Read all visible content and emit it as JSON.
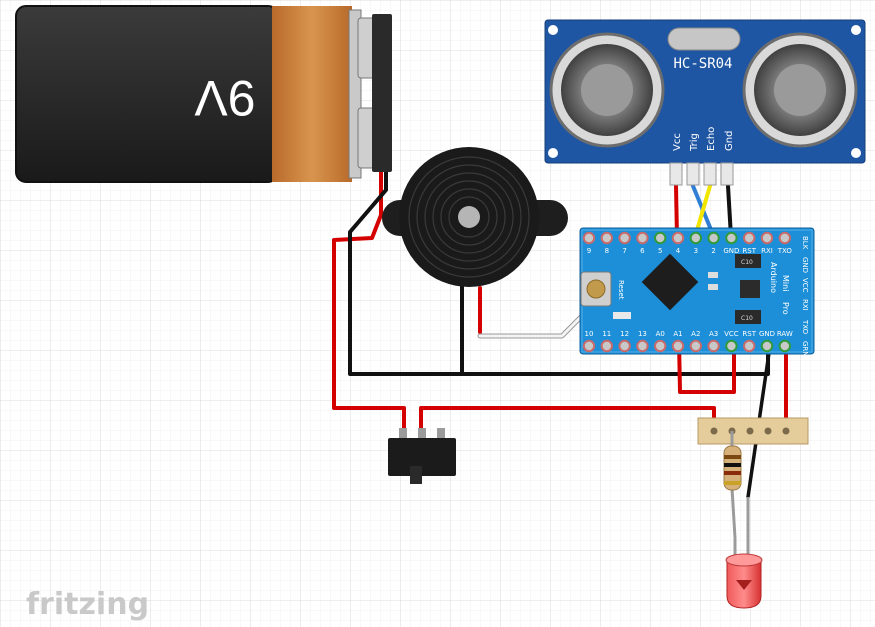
{
  "app": {
    "logo_text": "fritzing"
  },
  "battery": {
    "label": "9V"
  },
  "sensor": {
    "model": "HC-SR04",
    "pins": [
      "Vcc",
      "Trig",
      "Echo",
      "Gnd"
    ]
  },
  "arduino": {
    "top_pins": [
      "9",
      "8",
      "7",
      "6",
      "5",
      "4",
      "3",
      "2",
      "GND",
      "RST",
      "RXI",
      "TXO"
    ],
    "bottom_pins": [
      "10",
      "11",
      "12",
      "13",
      "A0",
      "A1",
      "A2",
      "A3",
      "VCC",
      "RST",
      "GND",
      "RAW"
    ],
    "right_pins": [
      "BLK",
      "GND",
      "VCC",
      "RXI",
      "TXO",
      "GRN"
    ],
    "board_text": [
      "Arduino",
      "Pro",
      "Mini"
    ],
    "reset_label": "Reset",
    "chip_labels": [
      "C10",
      "C10"
    ]
  },
  "colors": {
    "wire_red": "#d40000",
    "wire_black": "#111111",
    "wire_white": "#eeeeee",
    "wire_yellow": "#f2e600",
    "wire_blue": "#2f7fd6",
    "wire_green": "#2f9b3a",
    "board_blue": "#1c8fd8",
    "sensor_blue": "#1f56a3"
  }
}
